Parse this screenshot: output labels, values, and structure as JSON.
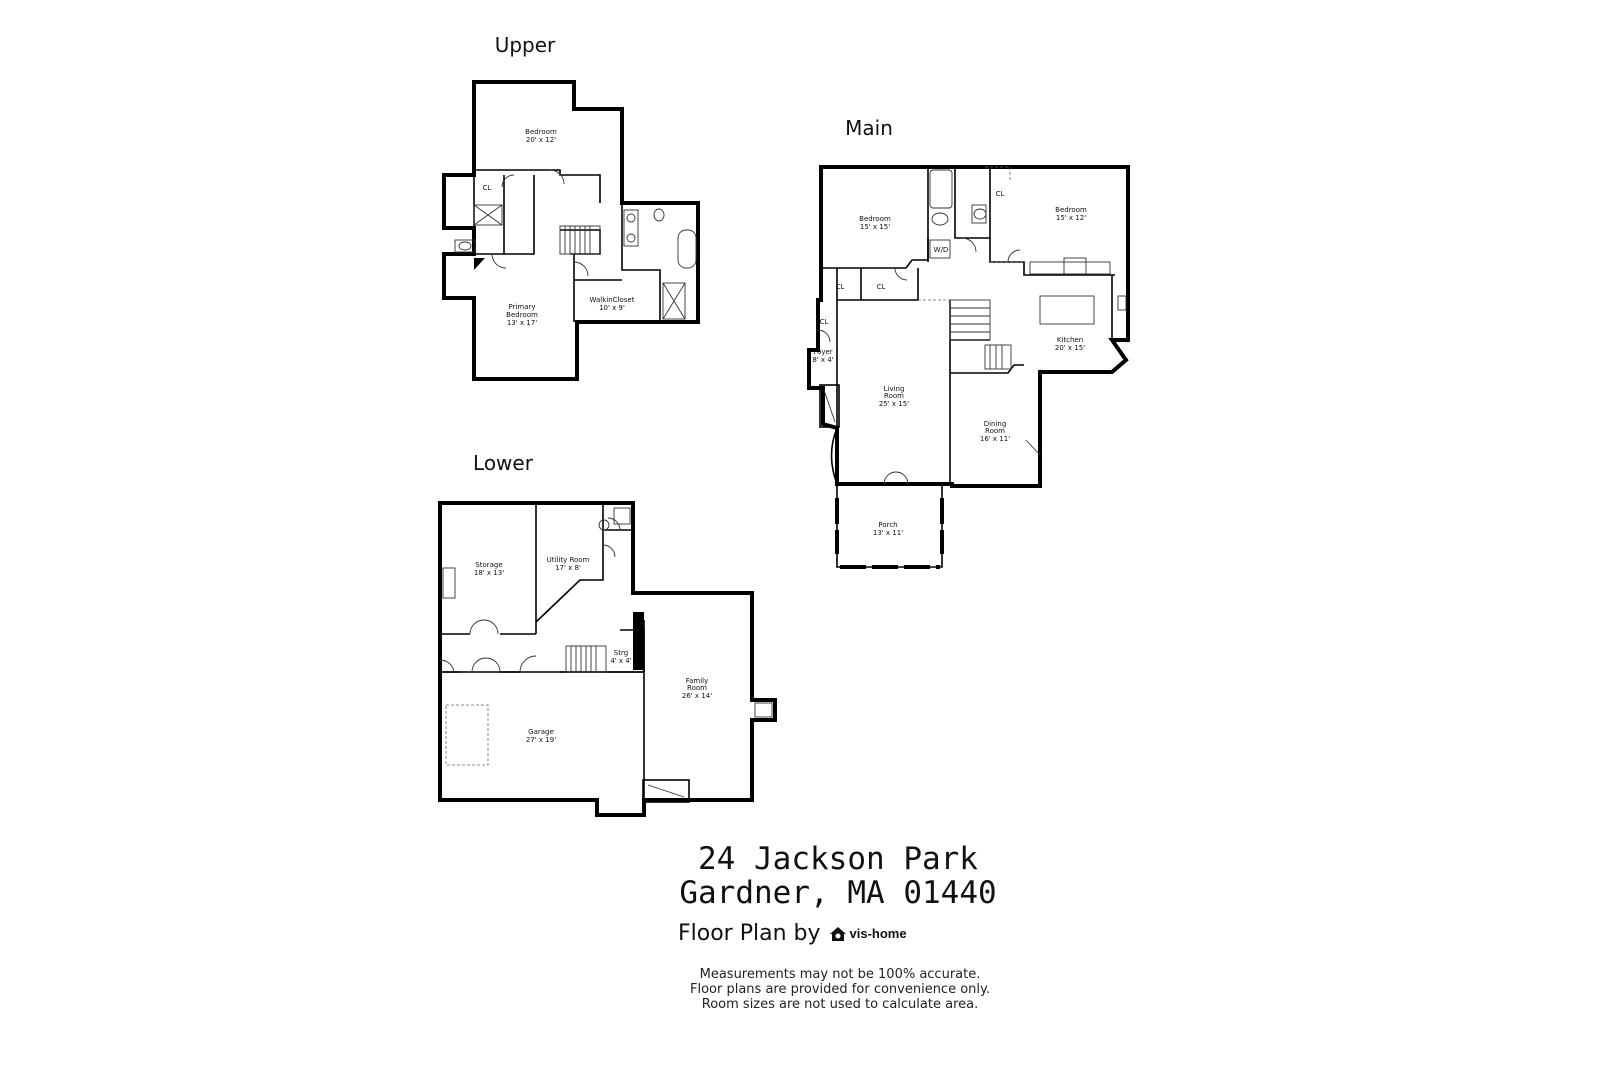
{
  "floors": {
    "upper": {
      "title": "Upper"
    },
    "main": {
      "title": "Main"
    },
    "lower": {
      "title": "Lower"
    }
  },
  "rooms": {
    "upper_bedroom": {
      "name": "Bedroom",
      "size": "20' x 12'"
    },
    "primary_bedroom": {
      "name": "Primary Bedroom",
      "name_line1": "Primary",
      "name_line2": "Bedroom",
      "size": "13' x 17'"
    },
    "walkin_closet": {
      "name": "WalkinCloset",
      "size": "10' x 9'"
    },
    "upper_closet": {
      "name": "CL"
    },
    "main_bedroom_left": {
      "name": "Bedroom",
      "size": "15' x 15'"
    },
    "main_bedroom_right": {
      "name": "Bedroom",
      "size": "15' x 12'"
    },
    "main_closet_1": {
      "name": "CL"
    },
    "main_closet_2": {
      "name": "CL"
    },
    "main_closet_3": {
      "name": "CL"
    },
    "main_closet_4": {
      "name": "CL"
    },
    "wd": {
      "name": "W/D"
    },
    "foyer": {
      "name": "Foyer",
      "size": "8' x 4'"
    },
    "living_room": {
      "name_line1": "Living",
      "name_line2": "Room",
      "size": "25' x 15'"
    },
    "kitchen": {
      "name": "Kitchen",
      "size": "20' x 15'"
    },
    "dining_room": {
      "name_line1": "Dining",
      "name_line2": "Room",
      "size": "16' x 11'"
    },
    "porch": {
      "name": "Porch",
      "size": "13' x 11'"
    },
    "storage": {
      "name": "Storage",
      "size": "18' x 13'"
    },
    "utility_room": {
      "name": "Utility Room",
      "size": "17' x 8'"
    },
    "stg": {
      "name": "Strg",
      "size": "4' x 4'"
    },
    "family_room": {
      "name_line1": "Family",
      "name_line2": "Room",
      "size": "26' x 14'"
    },
    "garage": {
      "name": "Garage",
      "size": "27' x 19'"
    }
  },
  "address": {
    "line1": "24 Jackson Park",
    "line2": "Gardner, MA 01440"
  },
  "credit": {
    "text": "Floor Plan by",
    "brand": "vis-home"
  },
  "disclaimer": [
    "Measurements may not be 100% accurate.",
    "Floor plans are provided for convenience only.",
    "Room sizes are not used to calculate area."
  ]
}
